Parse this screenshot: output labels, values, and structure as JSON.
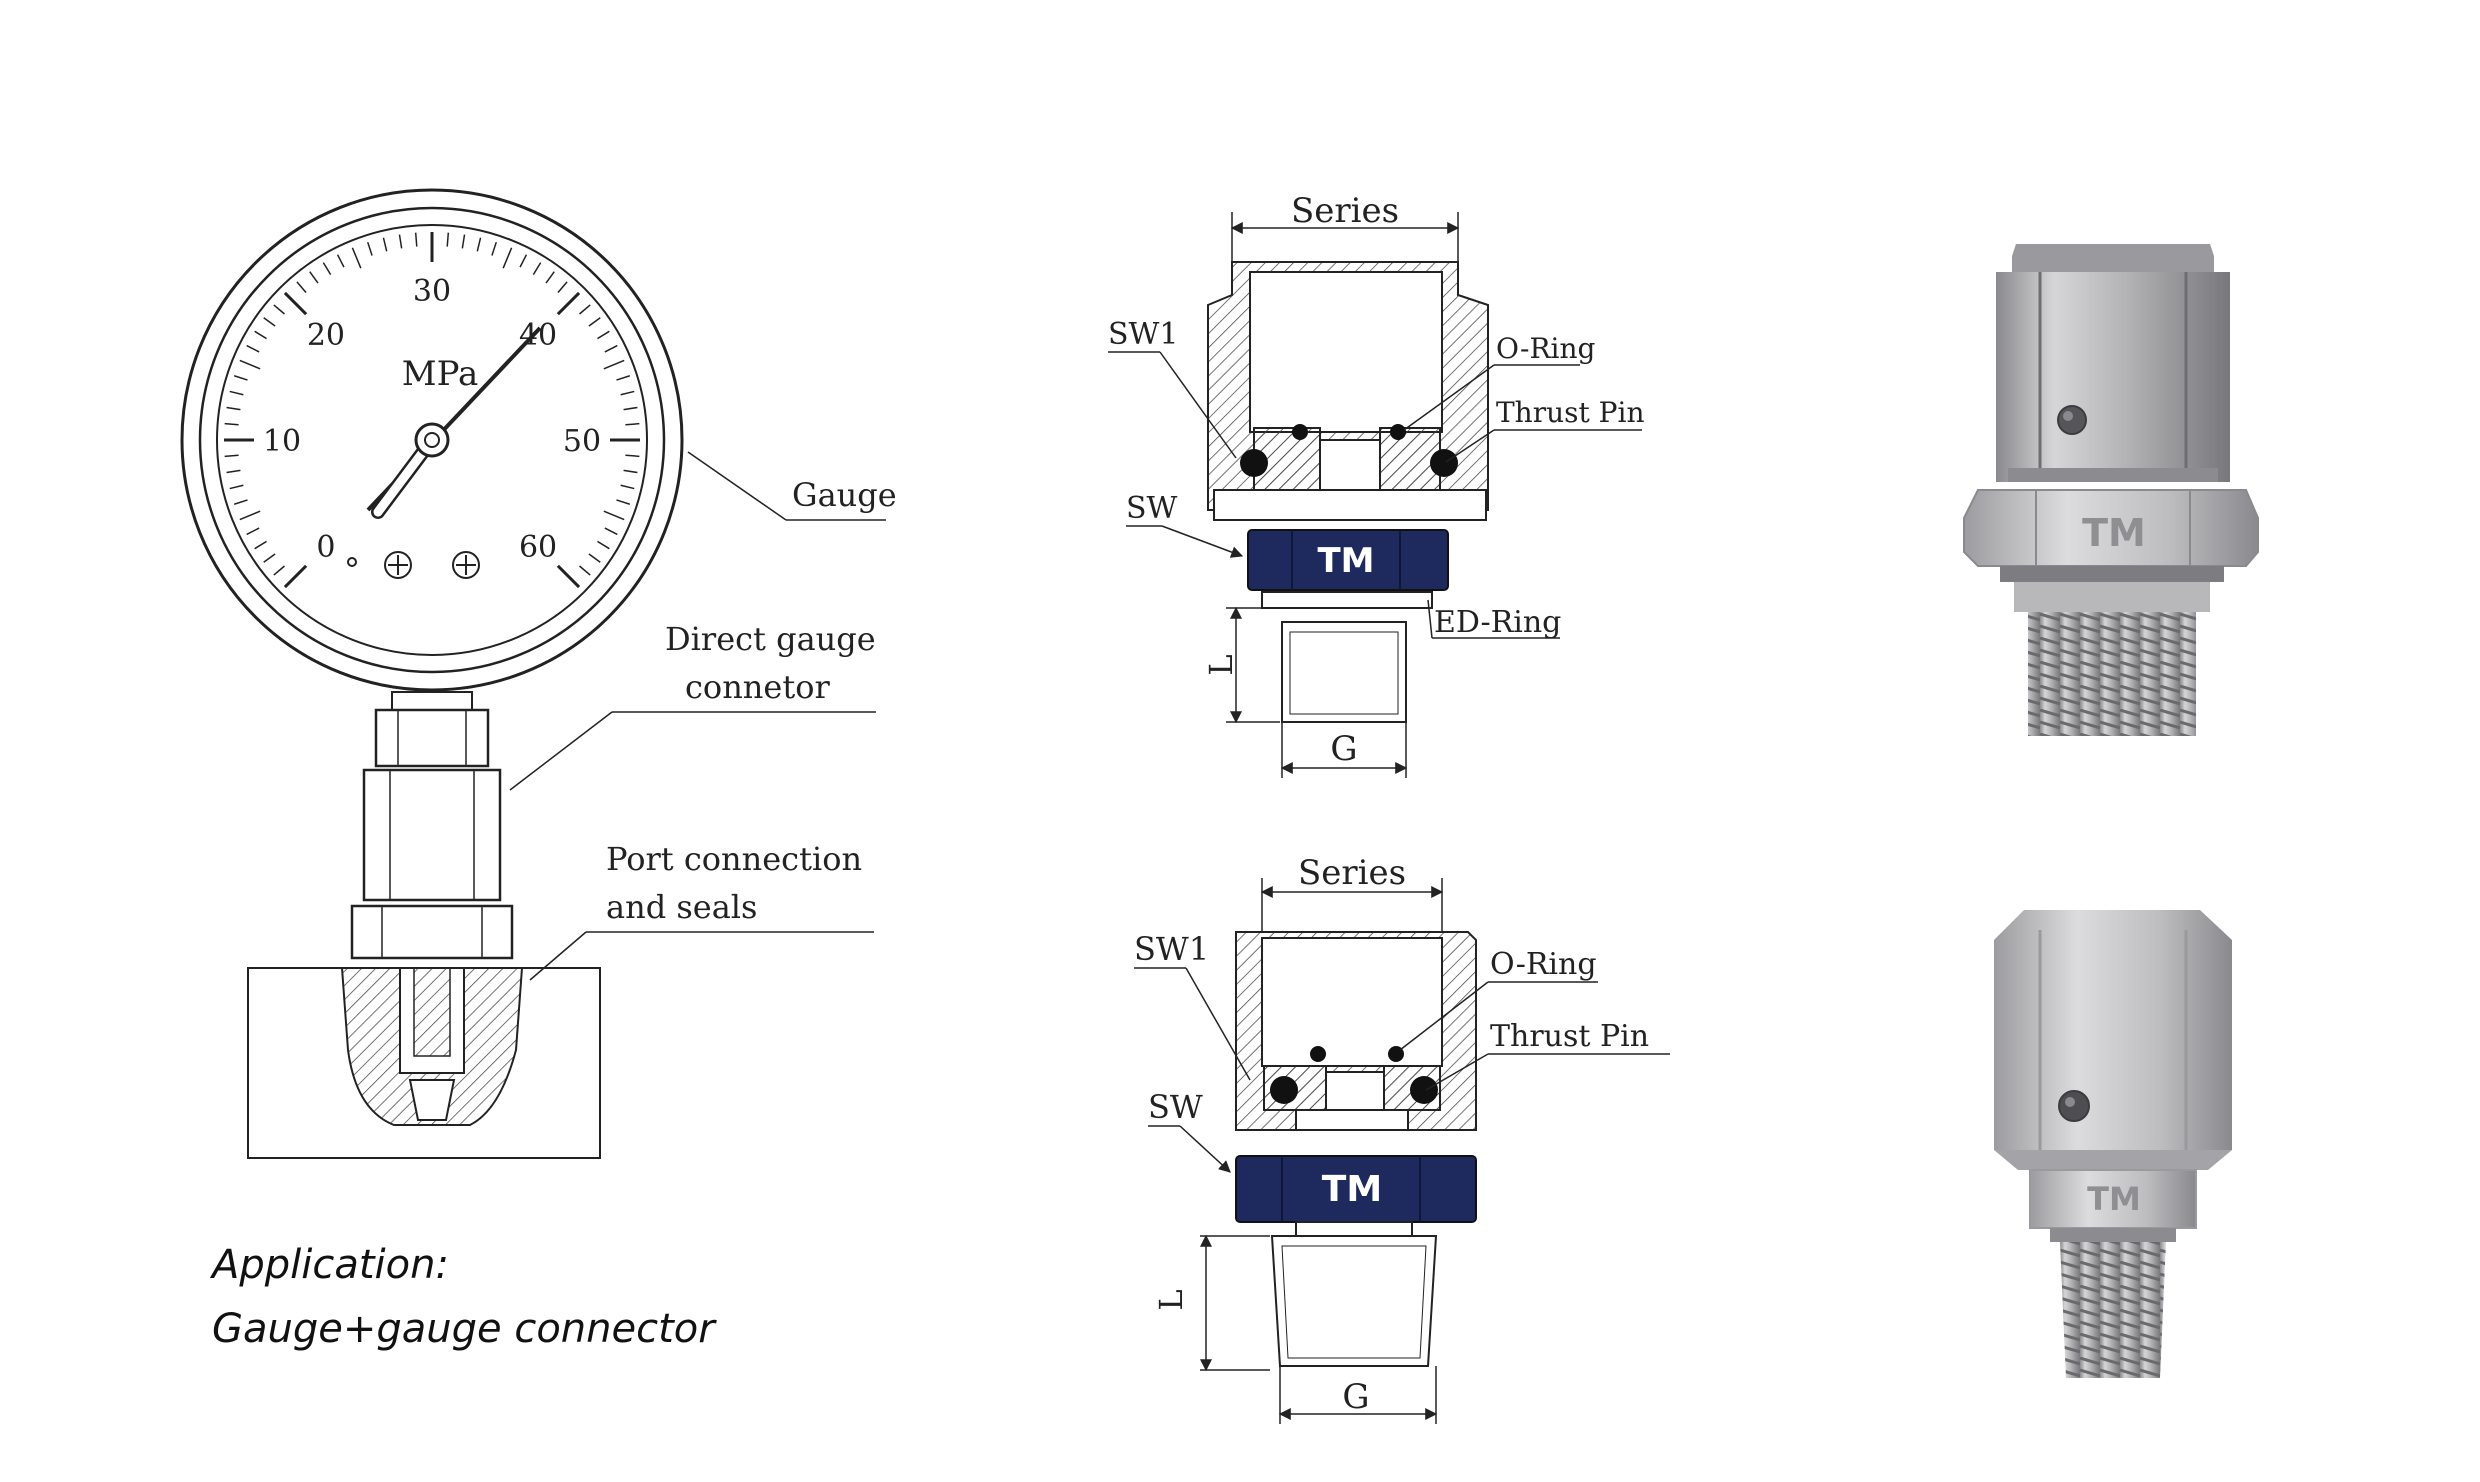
{
  "gauge": {
    "unit": "MPa",
    "ticks": [
      "0",
      "10",
      "20",
      "30",
      "40",
      "50",
      "60"
    ],
    "callouts": {
      "gauge": "Gauge",
      "direct_line1": "Direct gauge",
      "direct_line2": "connetor",
      "port_line1": "Port connection",
      "port_line2": "and seals"
    }
  },
  "caption": {
    "line1": "Application:",
    "line2": "Gauge+gauge connector"
  },
  "drawings": [
    {
      "series": "Series",
      "sw1": "SW1",
      "o_ring": "O-Ring",
      "thrust_pin": "Thrust Pin",
      "sw": "SW",
      "ed_ring": "ED-Ring",
      "l": "L",
      "g": "G",
      "logo": "TM"
    },
    {
      "series": "Series",
      "sw1": "SW1",
      "o_ring": "O-Ring",
      "thrust_pin": "Thrust Pin",
      "sw": "SW",
      "l": "L",
      "g": "G",
      "logo": "TM"
    }
  ],
  "photos": [
    {
      "logo": "TM"
    },
    {
      "logo": "TM"
    }
  ],
  "colors": {
    "hex_nut": "#1e2a5e",
    "steel_light": "#c9c9cb",
    "steel_mid": "#a8a8ab",
    "steel_dark": "#7c7c80"
  }
}
